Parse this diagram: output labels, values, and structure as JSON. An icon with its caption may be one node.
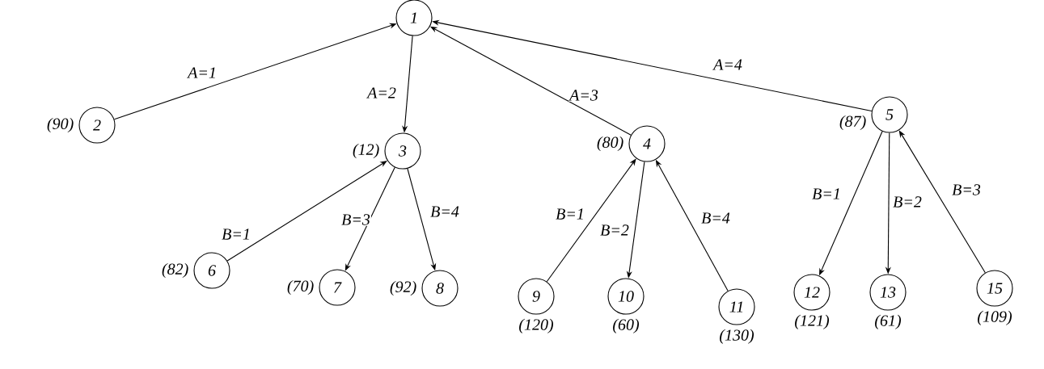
{
  "diagram": {
    "nodes": [
      {
        "text": [
          "1"
        ]
      },
      {
        "text": [
          "2"
        ],
        "beside": [
          "(90)"
        ]
      },
      {
        "text": [
          "3"
        ],
        "beside": [
          "(12)"
        ]
      },
      {
        "text": [
          "4"
        ],
        "beside": [
          "(80)"
        ]
      },
      {
        "text": [
          "5"
        ],
        "beside": [
          "(87)"
        ]
      },
      {
        "text": [
          "6"
        ],
        "beside": [
          "(82)"
        ]
      },
      {
        "text": [
          "7"
        ],
        "beside": [
          "(70)"
        ]
      },
      {
        "text": [
          "8"
        ],
        "beside": [
          "(92)"
        ]
      },
      {
        "text": [
          "9"
        ],
        "beside": [
          "(120)"
        ]
      },
      {
        "text": [
          "10"
        ],
        "beside": [
          "(60)"
        ]
      },
      {
        "text": [
          "11"
        ],
        "beside": [
          "(130)"
        ]
      },
      {
        "text": [
          "12"
        ],
        "beside": [
          "(121)"
        ]
      },
      {
        "text": [
          "13"
        ],
        "beside": [
          "(61)"
        ]
      },
      {
        "text": [
          "15"
        ],
        "beside": [
          "(109)"
        ]
      }
    ],
    "edges": [
      {
        "from": 1,
        "to": 0,
        "arrow": "to",
        "label": "A=1"
      },
      {
        "from": 0,
        "to": 2,
        "arrow": "to",
        "label": "A=2"
      },
      {
        "from": 3,
        "to": 0,
        "arrow": "to",
        "label": "A=3"
      },
      {
        "from": 4,
        "to": 0,
        "arrow": "to",
        "label": "A=4"
      },
      {
        "from": 5,
        "to": 2,
        "arrow": "to",
        "label": "B=1"
      },
      {
        "from": 2,
        "to": 6,
        "arrow": "to",
        "label": "B=3"
      },
      {
        "from": 2,
        "to": 7,
        "arrow": "to",
        "label": "B=4"
      },
      {
        "from": 8,
        "to": 3,
        "arrow": "to",
        "label": "B=1"
      },
      {
        "from": 3,
        "to": 9,
        "arrow": "to",
        "label": "B=2"
      },
      {
        "from": 10,
        "to": 3,
        "arrow": "to",
        "label": "B=4"
      },
      {
        "from": 4,
        "to": 11,
        "arrow": "to",
        "label": "B=1"
      },
      {
        "from": 4,
        "to": 12,
        "arrow": "to",
        "label": "B=2"
      },
      {
        "from": 13,
        "to": 4,
        "arrow": "to",
        "label": "B=3"
      }
    ]
  }
}
